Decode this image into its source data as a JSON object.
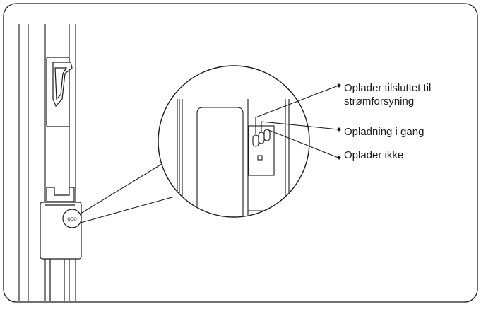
{
  "diagram": {
    "callouts": [
      {
        "text": "Oplader tilsluttet til strømforsyning",
        "line1": "Oplader tilsluttet til",
        "line2": "strømforsyning"
      },
      {
        "text": "Opladning i gang",
        "line1": "Opladning i gang"
      },
      {
        "text": "Oplader ikke",
        "line1": "Oplader ikke"
      }
    ],
    "charger_badge_text": "ooo",
    "colors": {
      "stroke": "#1a1a1a",
      "background": "#ffffff",
      "text": "#1a1a1a"
    }
  }
}
